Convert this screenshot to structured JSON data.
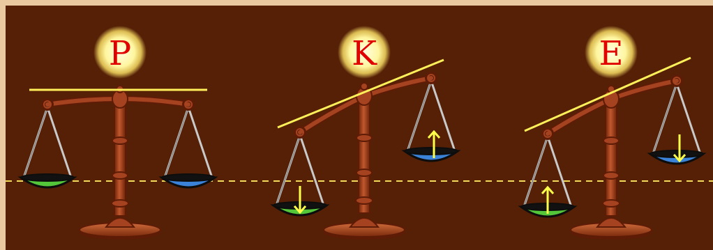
{
  "colors": {
    "frame": "#e9c9a0",
    "board": "#552006",
    "wood": "#a5421f",
    "wood_dark": "#5e1c07",
    "wood_highlight": "#d06a3c",
    "guide_line": "#fff05a",
    "reference_line": "#f2dc5a",
    "arrow": "#ffff4a",
    "label_glow": "#fff8a8",
    "label_text": "#e00000",
    "pan_green": "#54c63a",
    "pan_blue": "#3b83d9",
    "pan_rim": "#0d0d0d",
    "string": "#c9c9c9"
  },
  "scales": [
    {
      "label": "P",
      "left_pan_arrow": "none",
      "right_pan_arrow": "none",
      "left_pan_color": "green",
      "right_pan_color": "blue"
    },
    {
      "label": "K",
      "left_pan_arrow": "down",
      "right_pan_arrow": "up",
      "left_pan_color": "green",
      "right_pan_color": "blue"
    },
    {
      "label": "E",
      "left_pan_arrow": "up",
      "right_pan_arrow": "down",
      "left_pan_color": "green",
      "right_pan_color": "blue"
    }
  ]
}
